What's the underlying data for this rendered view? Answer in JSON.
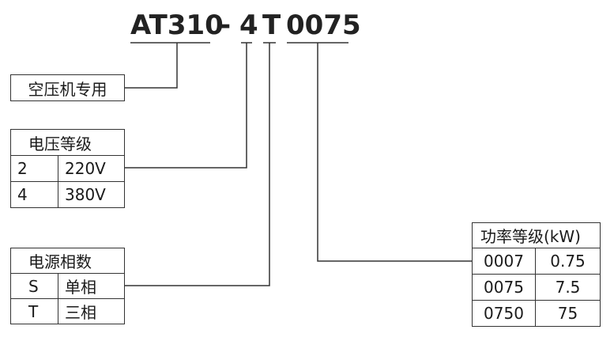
{
  "model_code": {
    "series": "AT310",
    "dash": "-",
    "voltage": "4",
    "phase": "T",
    "power": "0075"
  },
  "application_box": {
    "label": "空压机专用"
  },
  "voltage_table": {
    "header": "电压等级",
    "rows": [
      {
        "code": "2",
        "value": "220V"
      },
      {
        "code": "4",
        "value": "380V"
      }
    ]
  },
  "phase_table": {
    "header": "电源相数",
    "rows": [
      {
        "code": "S",
        "value": "单相"
      },
      {
        "code": "T",
        "value": "三相"
      }
    ]
  },
  "power_table": {
    "header": "功率等级(kW)",
    "rows": [
      {
        "code": "0007",
        "value": "0.75"
      },
      {
        "code": "0075",
        "value": "7.5"
      },
      {
        "code": "0750",
        "value": "75"
      }
    ]
  },
  "colors": {
    "line": "#333333",
    "text": "#1a1a1a"
  }
}
